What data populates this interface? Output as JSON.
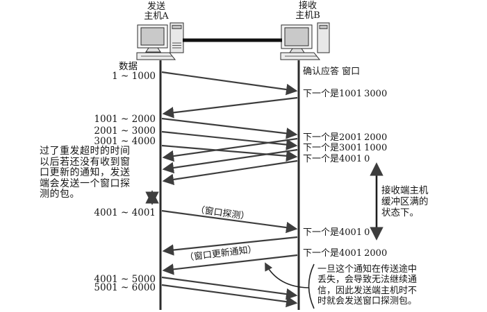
{
  "figure": {
    "hosts": {
      "sender": "发送\n主机A",
      "receiver": "接收\n主机B"
    },
    "headers": {
      "data": "数据",
      "ack": "确认应答 窗口"
    },
    "segments": {
      "s1": "1 ~ 1000",
      "s2": "1001 ~ 2000",
      "s3": "2001 ~ 3000",
      "s4": "3001 ~ 4000",
      "probe": "4001 ~ 4001",
      "s5": "4001 ~ 5000",
      "s6": "5001 ~ 6000"
    },
    "acks": [
      {
        "text": "下一个是1001",
        "window": "3000"
      },
      {
        "text": "下一个是2001",
        "window": "2000"
      },
      {
        "text": "下一个是3001",
        "window": "1000"
      },
      {
        "text": "下一个是4001",
        "window": "0"
      },
      {
        "text": "下一个是4001",
        "window": "0"
      },
      {
        "text": "下一个是4001",
        "window": "2000"
      }
    ],
    "labels": {
      "probe": "（窗口探测）",
      "update": "（窗口更新通知）"
    },
    "notes": {
      "timeout": "过了重发超时的时间\n以后若还没有收到窗\n口更新的通知，发送\n端会发送一个窗口探\n测的包。",
      "buffer": "接收端主机\n缓冲区满的\n状态下。",
      "loss": "一旦这个通知在传送途中\n丢失，会导致无法继续通\n信，因此发送端主机时不\n时就会发送窗口探测包。"
    },
    "line_color": "#3d3d3d"
  }
}
